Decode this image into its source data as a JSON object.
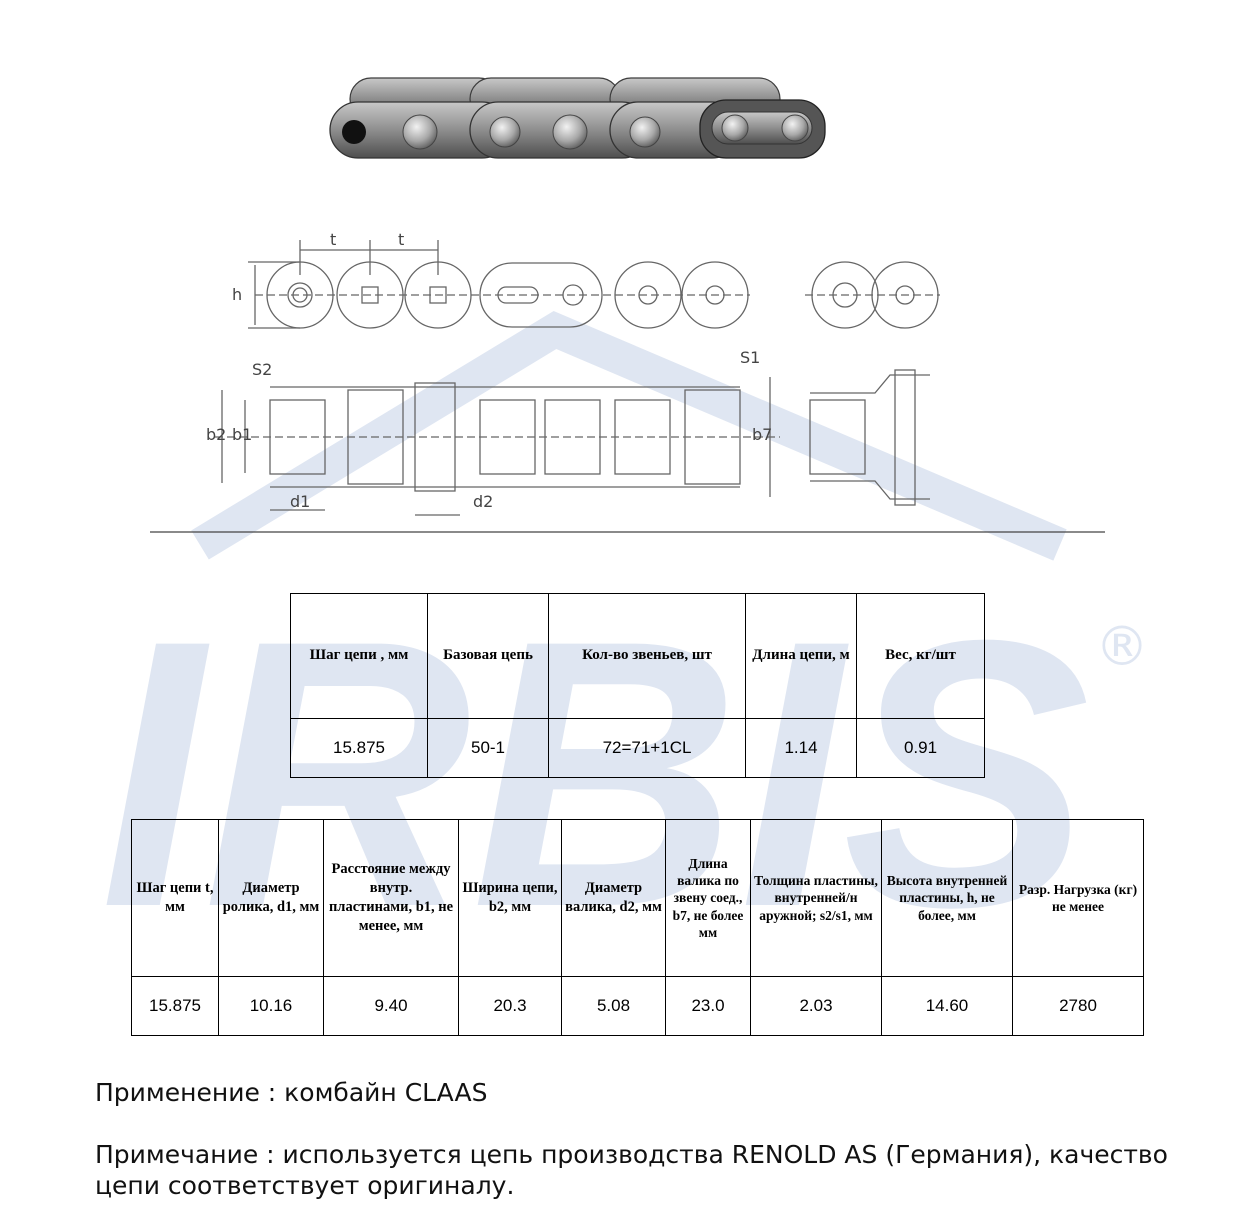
{
  "watermark": {
    "brand": "IRBIS",
    "registered": "®",
    "color": "#dfe6f2"
  },
  "drawing_labels": {
    "pitch": "t",
    "height": "h",
    "s2": "S2",
    "s1": "S1",
    "b1": "b1",
    "b2": "b2",
    "b7": "b7",
    "d1": "d1",
    "d2": "d2"
  },
  "table1": {
    "headers": [
      "Шаг цепи , мм",
      "Базовая цепь",
      "Кол-во звеньев, шт",
      "Длина цепи, м",
      "Вес, кг/шт"
    ],
    "row": [
      "15.875",
      "50-1",
      "72=71+1CL",
      "1.14",
      "0.91"
    ]
  },
  "table2": {
    "headers": [
      "Шаг цепи t, мм",
      "Диаметр ролика, d1, мм",
      "Расстояние между внутр. пластинами, b1, не менее, мм",
      "Ширина цепи, b2, мм",
      "Диаметр валика, d2, мм",
      "Длина валика по звену соед., b7, не более мм",
      "Толщина пластины, внутренней/н аружной; s2/s1, мм",
      "Высота внутренней пластины, h, не более, мм",
      "Разр. Нагрузка (кг) не менее"
    ],
    "row": [
      "15.875",
      "10.16",
      "9.40",
      "20.3",
      "5.08",
      "23.0",
      "2.03",
      "14.60",
      "2780"
    ]
  },
  "notes": {
    "application": "Применение : комбайн CLAAS",
    "remark": "Примечание : используется цепь производства RENOLD AS (Германия), качество цепи соответствует оригиналу."
  }
}
